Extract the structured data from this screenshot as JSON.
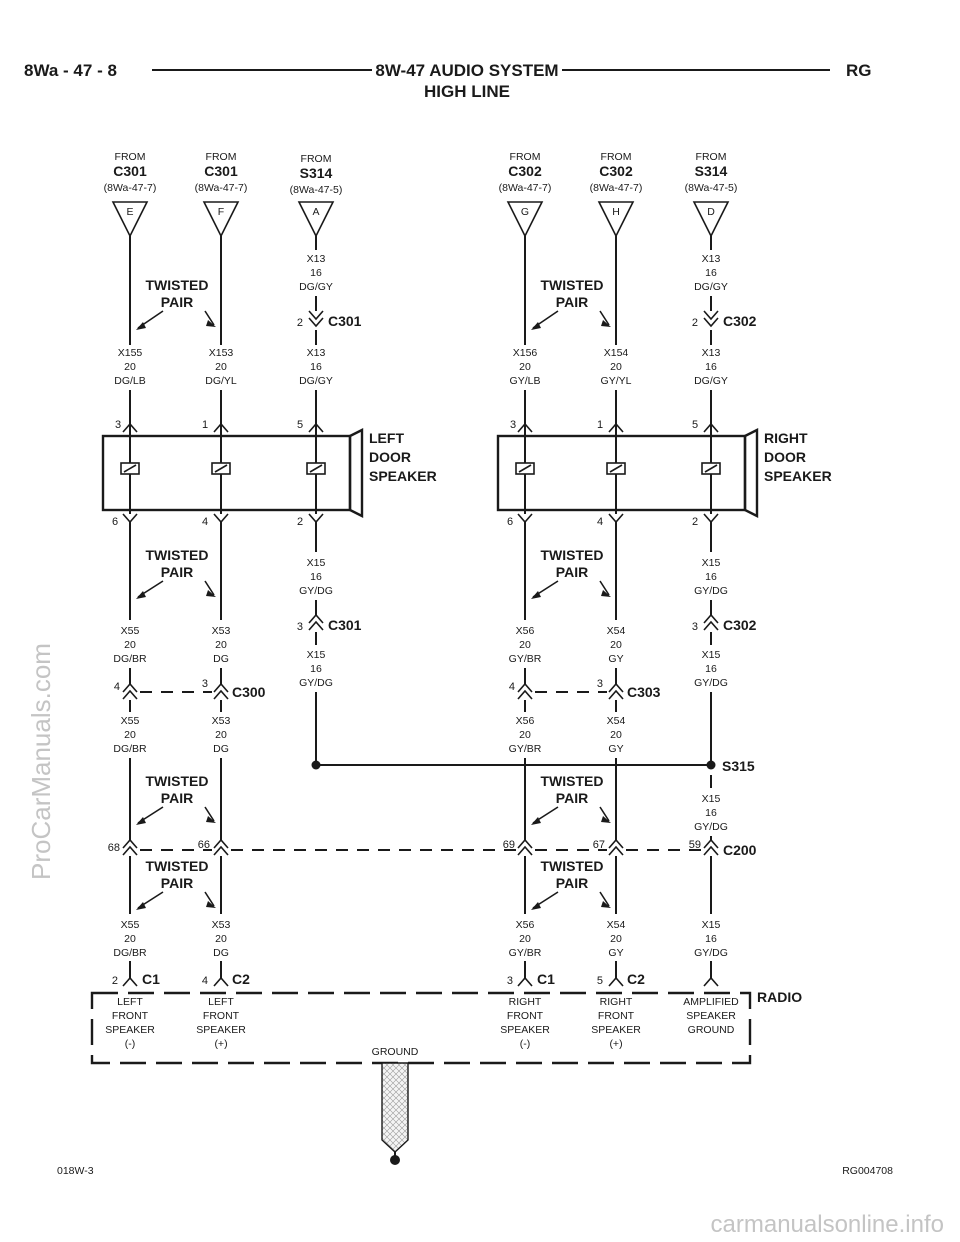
{
  "header": {
    "page_ref": "8Wa - 47 - 8",
    "title_line1": "8W-47 AUDIO SYSTEM",
    "title_line2": "HIGH LINE",
    "brand": "RG"
  },
  "footer": {
    "left_code": "018W-3",
    "right_code": "RG004708"
  },
  "watermarks": {
    "side": "ProCarManuals.com",
    "bottom": "carmanualsonline.info"
  },
  "sources": [
    {
      "from": "FROM",
      "conn": "C301",
      "ref": "(8Wa-47-7)",
      "pin": "E"
    },
    {
      "from": "FROM",
      "conn": "C301",
      "ref": "(8Wa-47-7)",
      "pin": "F"
    },
    {
      "from": "FROM",
      "conn": "S314",
      "ref": "(8Wa-47-5)",
      "pin": "A"
    },
    {
      "from": "FROM",
      "conn": "C302",
      "ref": "(8Wa-47-7)",
      "pin": "G"
    },
    {
      "from": "FROM",
      "conn": "C302",
      "ref": "(8Wa-47-7)",
      "pin": "H"
    },
    {
      "from": "FROM",
      "conn": "S314",
      "ref": "(8Wa-47-5)",
      "pin": "D"
    }
  ],
  "twisted_pair": {
    "line1": "TWISTED",
    "line2": "PAIR"
  },
  "wires": {
    "l1": [
      "X155",
      "20",
      "DG/LB"
    ],
    "l2": [
      "X153",
      "20",
      "DG/YL"
    ],
    "l3a": [
      "X13",
      "16",
      "DG/GY"
    ],
    "l3b": [
      "X13",
      "16",
      "DG/GY"
    ],
    "r1": [
      "X156",
      "20",
      "GY/LB"
    ],
    "r2": [
      "X154",
      "20",
      "GY/YL"
    ],
    "r3a": [
      "X13",
      "16",
      "DG/GY"
    ],
    "r3b": [
      "X13",
      "16",
      "DG/GY"
    ],
    "l6a": [
      "X15",
      "16",
      "GY/DG"
    ],
    "l6b": [
      "X15",
      "16",
      "GY/DG"
    ],
    "l4a": [
      "X55",
      "20",
      "DG/BR"
    ],
    "l5a": [
      "X53",
      "20",
      "DG"
    ],
    "l4b": [
      "X55",
      "20",
      "DG/BR"
    ],
    "l5b": [
      "X53",
      "20",
      "DG"
    ],
    "l4c": [
      "X55",
      "20",
      "DG/BR"
    ],
    "l5c": [
      "X53",
      "20",
      "DG"
    ],
    "r4a": [
      "X56",
      "20",
      "GY/BR"
    ],
    "r5a": [
      "X54",
      "20",
      "GY"
    ],
    "r4b": [
      "X56",
      "20",
      "GY/BR"
    ],
    "r5b": [
      "X54",
      "20",
      "GY"
    ],
    "r4c": [
      "X56",
      "20",
      "GY/BR"
    ],
    "r5c": [
      "X54",
      "20",
      "GY"
    ],
    "r6a": [
      "X15",
      "16",
      "GY/DG"
    ],
    "r6b": [
      "X15",
      "16",
      "GY/DG"
    ],
    "r6c": [
      "X15",
      "16",
      "GY/DG"
    ],
    "r6d": [
      "X15",
      "16",
      "GY/DG"
    ]
  },
  "connectors": {
    "c301_top": {
      "pin": "2",
      "name": "C301"
    },
    "c302_top": {
      "pin": "2",
      "name": "C302"
    },
    "c301_bot": {
      "pin": "3",
      "name": "C301"
    },
    "c302_bot": {
      "pin": "3",
      "name": "C302"
    },
    "c300": {
      "pin_a": "4",
      "pin_b": "3",
      "name": "C300"
    },
    "c303": {
      "pin_a": "4",
      "pin_b": "3",
      "name": "C303"
    },
    "c200": {
      "pins": [
        "68",
        "66",
        "69",
        "67",
        "59"
      ],
      "name": "C200"
    },
    "splice": "S315",
    "radio_l1": {
      "pin": "2",
      "name": "C1"
    },
    "radio_l2": {
      "pin": "4",
      "name": "C2"
    },
    "radio_r1": {
      "pin": "3",
      "name": "C1"
    },
    "radio_r2": {
      "pin": "5",
      "name": "C2"
    }
  },
  "speakers": {
    "left": {
      "name": [
        "LEFT",
        "DOOR",
        "SPEAKER"
      ],
      "top_pins": [
        "3",
        "1",
        "5"
      ],
      "bottom_pins": [
        "6",
        "4",
        "2"
      ]
    },
    "right": {
      "name": [
        "RIGHT",
        "DOOR",
        "SPEAKER"
      ],
      "top_pins": [
        "3",
        "1",
        "5"
      ],
      "bottom_pins": [
        "6",
        "4",
        "2"
      ]
    }
  },
  "radio": {
    "name": "RADIO",
    "ground": "GROUND",
    "terminals": [
      [
        "LEFT",
        "FRONT",
        "SPEAKER",
        "(-)"
      ],
      [
        "LEFT",
        "FRONT",
        "SPEAKER",
        "(+)"
      ],
      [
        "RIGHT",
        "FRONT",
        "SPEAKER",
        "(-)"
      ],
      [
        "RIGHT",
        "FRONT",
        "SPEAKER",
        "(+)"
      ],
      [
        "AMPLIFIED",
        "SPEAKER",
        "GROUND"
      ]
    ]
  }
}
